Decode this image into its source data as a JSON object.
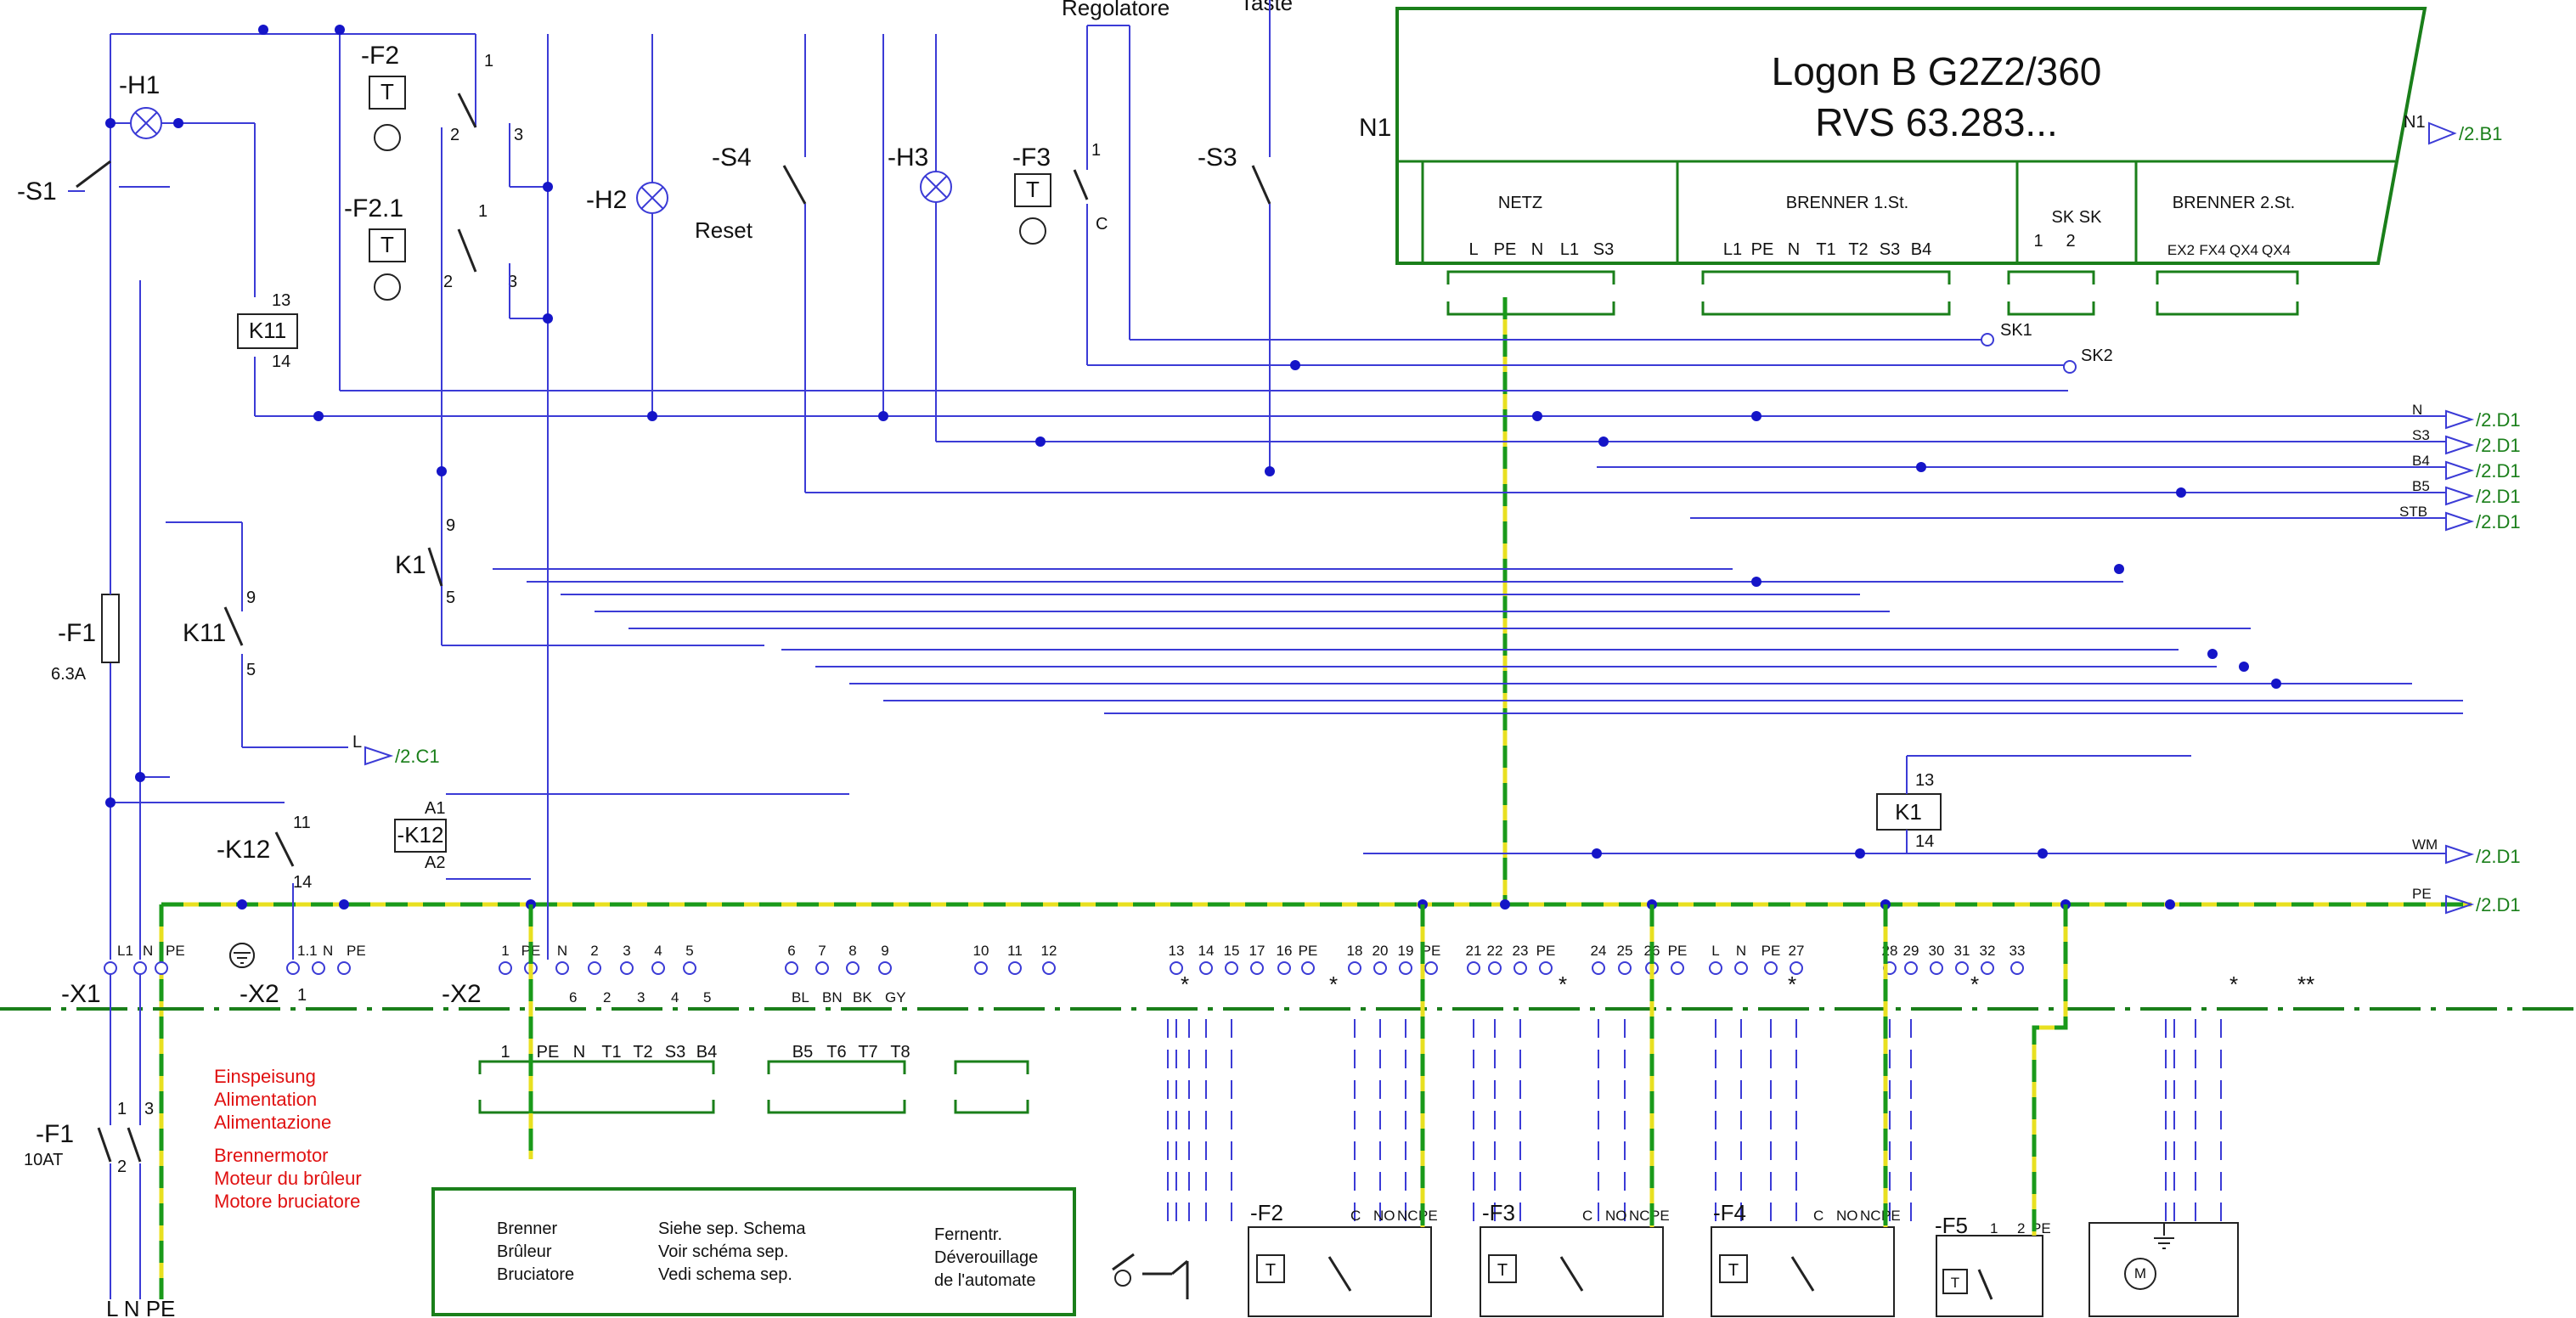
{
  "header": {
    "regolatore": "Regolatore",
    "taste": "Taste"
  },
  "controller": {
    "id": "N1",
    "model_line1": "Logon B G2Z2/360",
    "model_line2": "RVS 63.283...",
    "groups": [
      {
        "name": "NETZ",
        "pins": [
          "L",
          "PE",
          "N",
          "L1",
          "S3"
        ]
      },
      {
        "name": "BRENNER 1.St.",
        "pins": [
          "L1",
          "PE",
          "N",
          "T1",
          "T2",
          "S3",
          "B4"
        ]
      },
      {
        "name": "SK SK",
        "pins": [
          "1",
          "2"
        ]
      },
      {
        "name": "BRENNER 2.St.",
        "pins": [
          "EX2",
          "FX4",
          "QX4",
          "QX4"
        ]
      }
    ],
    "ref_out": "/2.B1",
    "ref_out_label": "N1"
  },
  "components": {
    "H1": "-H1",
    "S1": "-S1",
    "F2": "-F2",
    "F2_1": "-F2.1",
    "H2": "-H2",
    "S4": "-S4",
    "reset": "Reset",
    "H3": "-H3",
    "F3": "-F3",
    "S3": "-S3",
    "K11": "K11",
    "K11b": "K11",
    "F1": "-F1",
    "F1_rating": "6.3A",
    "K1a": "K1",
    "K1b": "K1",
    "K12": "-K12",
    "K12b": "-K12",
    "F1b": "-F1",
    "F1b_rating": "10AT",
    "T": "T",
    "C": "C",
    "SK1": "SK1",
    "SK2": "SK2",
    "A1": "A1",
    "A2": "A2",
    "n13": "13",
    "n14": "14",
    "n9": "9",
    "n5": "5",
    "n11": "11",
    "n1": "1",
    "n2": "2",
    "n3": "3"
  },
  "signals": [
    {
      "name": "N",
      "ref": "/2.D1"
    },
    {
      "name": "S3",
      "ref": "/2.D1"
    },
    {
      "name": "B4",
      "ref": "/2.D1"
    },
    {
      "name": "B5",
      "ref": "/2.D1"
    },
    {
      "name": "STB",
      "ref": "/2.D1"
    },
    {
      "name": "WM",
      "ref": "/2.D1"
    },
    {
      "name": "PE",
      "ref": "/2.D1"
    },
    {
      "name": "L",
      "ref": "/2.C1"
    }
  ],
  "terminal_strips": {
    "X1": {
      "id": "-X1",
      "pins": [
        "L1",
        "N",
        "PE"
      ]
    },
    "X2a": {
      "id": "-X2",
      "pins": [
        "1.1",
        "N",
        "PE"
      ],
      "sub": "1"
    },
    "X2b": {
      "id": "-X2",
      "pins": [
        "1",
        "PE",
        "N",
        "2",
        "3",
        "4",
        "5",
        "6",
        "7",
        "8",
        "9",
        "10",
        "11",
        "12",
        "13",
        "14",
        "15",
        "17",
        "16",
        "PE",
        "18",
        "20",
        "19",
        "PE",
        "21",
        "22",
        "23",
        "PE",
        "24",
        "25",
        "26",
        "PE",
        "L",
        "N",
        "PE",
        "27",
        "28",
        "29",
        "30",
        "31",
        "32",
        "33"
      ]
    },
    "sub_labels": [
      "6",
      "2",
      "3",
      "4",
      "5",
      "BL",
      "BN",
      "BK",
      "GY"
    ]
  },
  "burner_plug": {
    "pins1": [
      "1",
      "PE",
      "N",
      "T1",
      "T2",
      "S3",
      "B4"
    ],
    "pins2": [
      "B5",
      "T6",
      "T7",
      "T8"
    ]
  },
  "supply_notes": [
    "Einspeisung",
    "Alimentation",
    "Alimentazione",
    "Brennermotor",
    "Moteur du brûleur",
    "Motore bruciatore"
  ],
  "burner_box": {
    "col1": [
      "Brenner",
      "Brûleur",
      "Bruciatore"
    ],
    "col2": [
      "Siehe sep. Schema",
      "Voir schéma sep.",
      "Vedi schema sep."
    ],
    "col3": [
      "Fernentr.",
      "Déverouillage",
      "de l'automate"
    ]
  },
  "bottom": {
    "supply_terms": "L  N PE",
    "devices": [
      "-F2",
      "-F3",
      "-F4",
      "-F5"
    ],
    "contact_labels": [
      "C",
      "NO",
      "NC",
      "PE"
    ],
    "f5_labels": [
      "1",
      "2",
      "PE"
    ],
    "motor": "M"
  },
  "asterisk": "*",
  "double_asterisk": "**"
}
